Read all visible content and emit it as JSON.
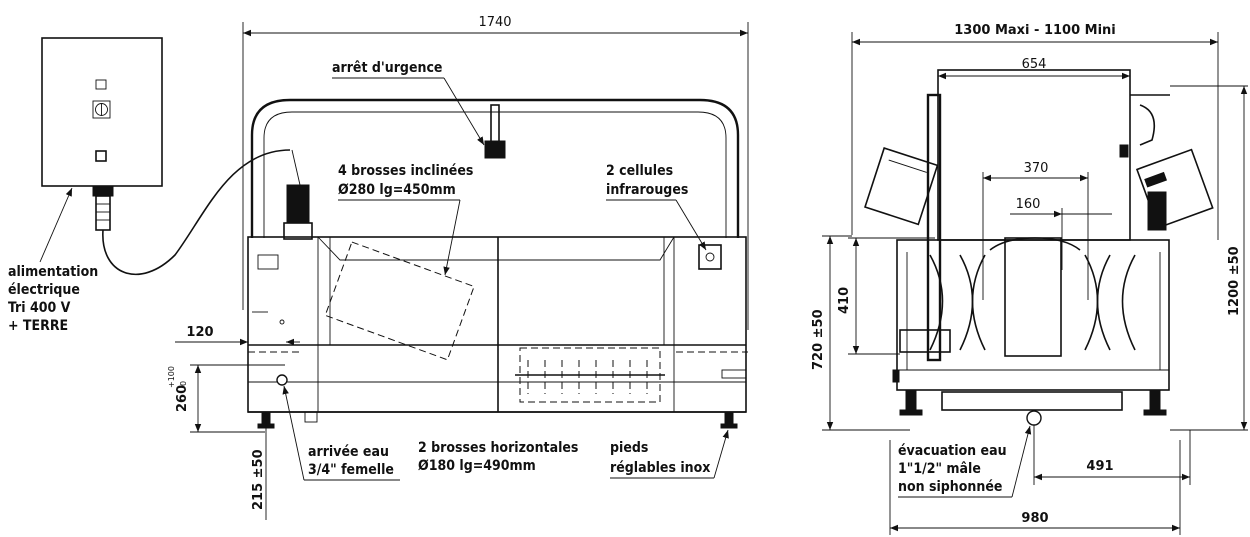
{
  "front_view": {
    "dimensions": {
      "overall_length": "1740",
      "left_offset": "120",
      "inlet_height": "260",
      "inlet_height_tolerance": "+100",
      "inlet_height_tolerance_lower": "0",
      "foot_height": "215 ±50"
    },
    "labels": {
      "emergency_stop": "arrêt d'urgence",
      "inclined_brushes_line1": "4 brosses inclinées",
      "inclined_brushes_line2": "Ø280 lg=450mm",
      "infrared_line1": "2 cellules",
      "infrared_line2": "infrarouges",
      "power_line1": "alimentation",
      "power_line2": "électrique",
      "power_line3": "Tri 400 V",
      "power_line4": "+ TERRE",
      "water_inlet_line1": "arrivée eau",
      "water_inlet_line2": "3/4\" femelle",
      "horizontal_brushes_line1": "2 brosses horizontales",
      "horizontal_brushes_line2": "Ø180 lg=490mm",
      "feet_line1": "pieds",
      "feet_line2": "réglables inox"
    }
  },
  "side_view": {
    "dimensions": {
      "overall_width": "1300 Maxi - 1100 Mini",
      "inner_width": "654",
      "brush_gap": "370",
      "small_gap": "160",
      "height_410": "410",
      "height_720": "720 ±50",
      "height_1200": "1200 ±50",
      "drain_offset": "491",
      "base_width": "980"
    },
    "labels": {
      "drain_line1": "évacuation eau",
      "drain_line2": "1\"1/2\" mâle",
      "drain_line3": "non siphonnée"
    }
  }
}
